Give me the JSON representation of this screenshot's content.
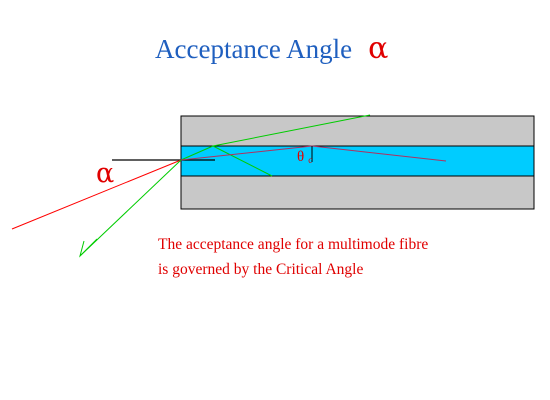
{
  "title": {
    "text": "Acceptance Angle",
    "symbol": "α"
  },
  "labels": {
    "alpha": "α",
    "theta": "θ",
    "theta_subscript": "c"
  },
  "caption": {
    "line1": "The acceptance angle for a multimode  fibre",
    "line2": "is governed by the Critical Angle"
  },
  "colors": {
    "title": "#1f5fbf",
    "accent_red": "#e00000",
    "core": "#00ccff",
    "cladding": "#c8c8c8",
    "ray_red": "#ff0000",
    "ray_green": "#00cc00",
    "reflected_ray": "#b03060",
    "outline": "#000000"
  },
  "icons": {
    "arrowhead": "arrowhead-icon"
  }
}
